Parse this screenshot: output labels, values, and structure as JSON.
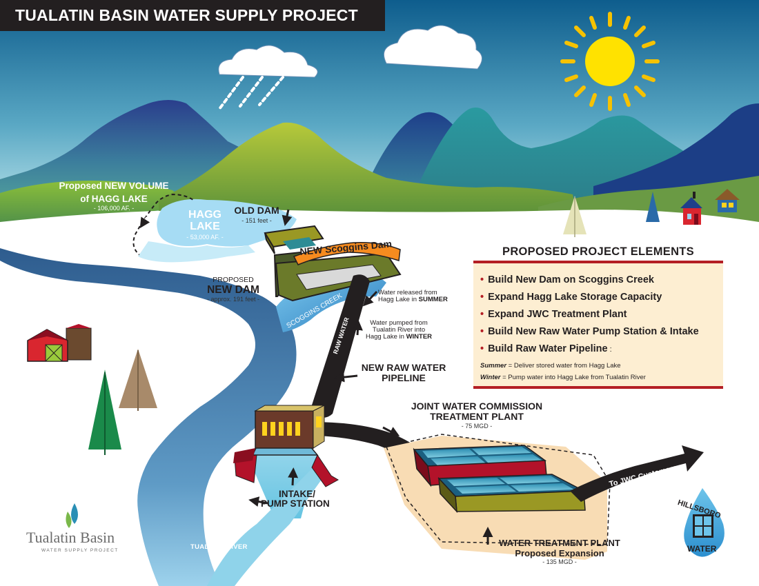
{
  "title": "TUALATIN BASIN WATER SUPPLY PROJECT",
  "labels": {
    "new_volume_line1": "Proposed NEW VOLUME",
    "new_volume_line2": "of HAGG LAKE",
    "new_volume_value": "- 106,000 AF. -",
    "hagg_lake_line1": "HAGG",
    "hagg_lake_line2": "LAKE",
    "hagg_lake_value": "- 53,000 AF. -",
    "old_dam": "OLD DAM",
    "old_dam_height": "- 151 feet -",
    "new_scoggins_dam": "NEW Scoggins Dam",
    "proposed": "PROPOSED",
    "new_dam": "NEW DAM",
    "new_dam_height": "- approx. 191 feet -",
    "tualatin_river_upper": "TUALATIN RIVER",
    "tualatin_river_lower": "TUALATIN RIVER",
    "scoggins_creek": "SCOGGINS CREEK",
    "raw_water": "RAW WATER",
    "summer_line1": "Water released from",
    "summer_line2_prefix": "Hagg Lake in ",
    "summer_line2_bold": "SUMMER",
    "winter_line1": "Water pumped from",
    "winter_line2": "Tualatin River into",
    "winter_line3_prefix": "Hagg Lake in ",
    "winter_line3_bold": "WINTER",
    "pipeline_line1": "NEW RAW WATER",
    "pipeline_line2": "PIPELINE",
    "jwc_line1": "JOINT WATER COMMISSION",
    "jwc_line2": "TREATMENT PLANT",
    "jwc_capacity": "- 75 MGD -",
    "to_customers": "To JWC Customers",
    "intake_line1": "INTAKE/",
    "intake_line2": "PUMP STATION",
    "wtp_line1": "WATER TREATMENT PLANT",
    "wtp_line2": "Proposed  Expansion",
    "wtp_capacity": "- 135 MGD -"
  },
  "panel": {
    "heading": "PROPOSED PROJECT ELEMENTS",
    "items": [
      "Build New Dam on Scoggins Creek",
      "Expand Hagg Lake Storage Capacity",
      "Expand JWC Treatment Plant",
      "Build New Raw Water Pump Station & Intake",
      "Build Raw Water Pipeline"
    ],
    "item5_suffix": " :",
    "notes": [
      {
        "term": "Summer",
        "text": " = Deliver stored water from Hagg Lake"
      },
      {
        "term": "Winter",
        "text": " = Pump water into Hagg Lake from Tualatin River"
      }
    ]
  },
  "logos": {
    "tualatin_name": "Tualatin Basin",
    "tualatin_tagline": "WATER SUPPLY PROJECT",
    "hillsboro_top": "HILLSBORO",
    "hillsboro_bottom": "WATER"
  },
  "colors": {
    "title_bg": "#231f20",
    "panel_bg": "#fdeed2",
    "panel_border": "#b41e24",
    "river_blue": "#2f5f93",
    "lake_blue": "#a6dcf4",
    "hill_green": "#7bab2c",
    "mountain_teal": "#3f8c98",
    "dam_orange": "#f68b1f",
    "plant_red": "#b3122a",
    "plant_olive": "#9a9824"
  }
}
